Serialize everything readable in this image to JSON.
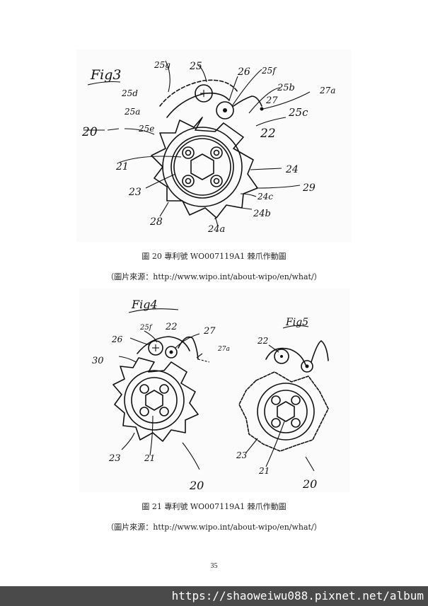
{
  "figure1": {
    "fig_label": "Fig3",
    "labels": {
      "l20": "20",
      "l21": "21",
      "l22": "22",
      "l23": "23",
      "l24": "24",
      "l24a": "24a",
      "l24b": "24b",
      "l24c": "24c",
      "l25": "25",
      "l25a": "25a",
      "l25b": "25b",
      "l25c": "25c",
      "l25d": "25d",
      "l25e": "25e",
      "l25f": "25f",
      "l25g": "25g",
      "l26": "26",
      "l27": "27",
      "l27a": "27a",
      "l28": "28",
      "l29": "29"
    },
    "caption": "圖 20 專利號 WO007119A1 棘爪作動圖",
    "source": "（圖片來源：http://www.wipo.int/about-wipo/en/what/）"
  },
  "figure2": {
    "fig4_label": "Fig4",
    "fig5_label": "Fig5",
    "labels": {
      "a20": "20",
      "a21": "21",
      "a22": "22",
      "a23": "23",
      "a25f": "25f",
      "a26": "26",
      "a27": "27",
      "a27a": "27a",
      "a30": "30",
      "b20": "20",
      "b21": "21",
      "b22": "22",
      "b23": "23"
    },
    "caption": "圖 21 專利號 WO007119A1 棘爪作動圖",
    "source": "（圖片來源：http://www.wipo.int/about-wipo/en/what/）"
  },
  "page_number": "35",
  "watermark": "https://shaoweiwu088.pixnet.net/album"
}
